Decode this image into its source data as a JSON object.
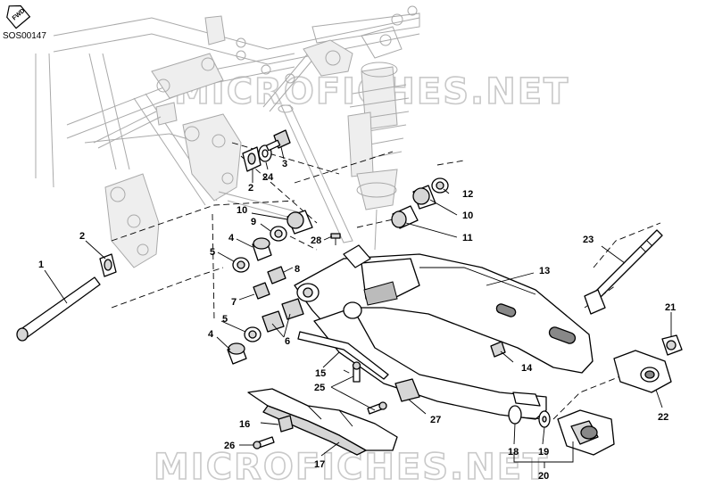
{
  "drawing_code": "SOS00147",
  "fwd_label": "FWD",
  "watermark": "MICROFICHES.NET",
  "callouts": [
    {
      "id": "c1",
      "label": "1",
      "part": "swingarm pivot shaft"
    },
    {
      "id": "c2a",
      "label": "2",
      "part": "washer"
    },
    {
      "id": "c2b",
      "label": "2",
      "part": "washer"
    },
    {
      "id": "c3",
      "label": "3",
      "part": "screw"
    },
    {
      "id": "c4a",
      "label": "4",
      "part": "bushing"
    },
    {
      "id": "c4b",
      "label": "4",
      "part": "bushing"
    },
    {
      "id": "c5a",
      "label": "5",
      "part": "seal"
    },
    {
      "id": "c5b",
      "label": "5",
      "part": "seal"
    },
    {
      "id": "c6",
      "label": "6",
      "part": "needle bearing"
    },
    {
      "id": "c7",
      "label": "7",
      "part": "spacer"
    },
    {
      "id": "c8",
      "label": "8",
      "part": "spacer"
    },
    {
      "id": "c9",
      "label": "9",
      "part": "seal"
    },
    {
      "id": "c10a",
      "label": "10",
      "part": "bearing"
    },
    {
      "id": "c10b",
      "label": "10",
      "part": "bearing"
    },
    {
      "id": "c11",
      "label": "11",
      "part": "bushing"
    },
    {
      "id": "c12",
      "label": "12",
      "part": "seal"
    },
    {
      "id": "c13",
      "label": "13",
      "part": "swingarm"
    },
    {
      "id": "c14",
      "label": "14",
      "part": "grease nipple"
    },
    {
      "id": "c15",
      "label": "15",
      "part": "chain guide"
    },
    {
      "id": "c16",
      "label": "16",
      "part": "slider pad"
    },
    {
      "id": "c17",
      "label": "17",
      "part": "chain guard"
    },
    {
      "id": "c18",
      "label": "18",
      "part": "plate"
    },
    {
      "id": "c19",
      "label": "19",
      "part": "washer"
    },
    {
      "id": "c20",
      "label": "20",
      "part": "chain tensioner assembly"
    },
    {
      "id": "c21",
      "label": "21",
      "part": "nut"
    },
    {
      "id": "c22",
      "label": "22",
      "part": "tensioner plate"
    },
    {
      "id": "c23",
      "label": "23",
      "part": "wheel spindle"
    },
    {
      "id": "c24",
      "label": "24",
      "part": "washer"
    },
    {
      "id": "c25",
      "label": "25",
      "part": "screw"
    },
    {
      "id": "c26",
      "label": "26",
      "part": "screw"
    },
    {
      "id": "c27",
      "label": "27",
      "part": "slider pad"
    },
    {
      "id": "c28",
      "label": "28",
      "part": "screw"
    }
  ]
}
